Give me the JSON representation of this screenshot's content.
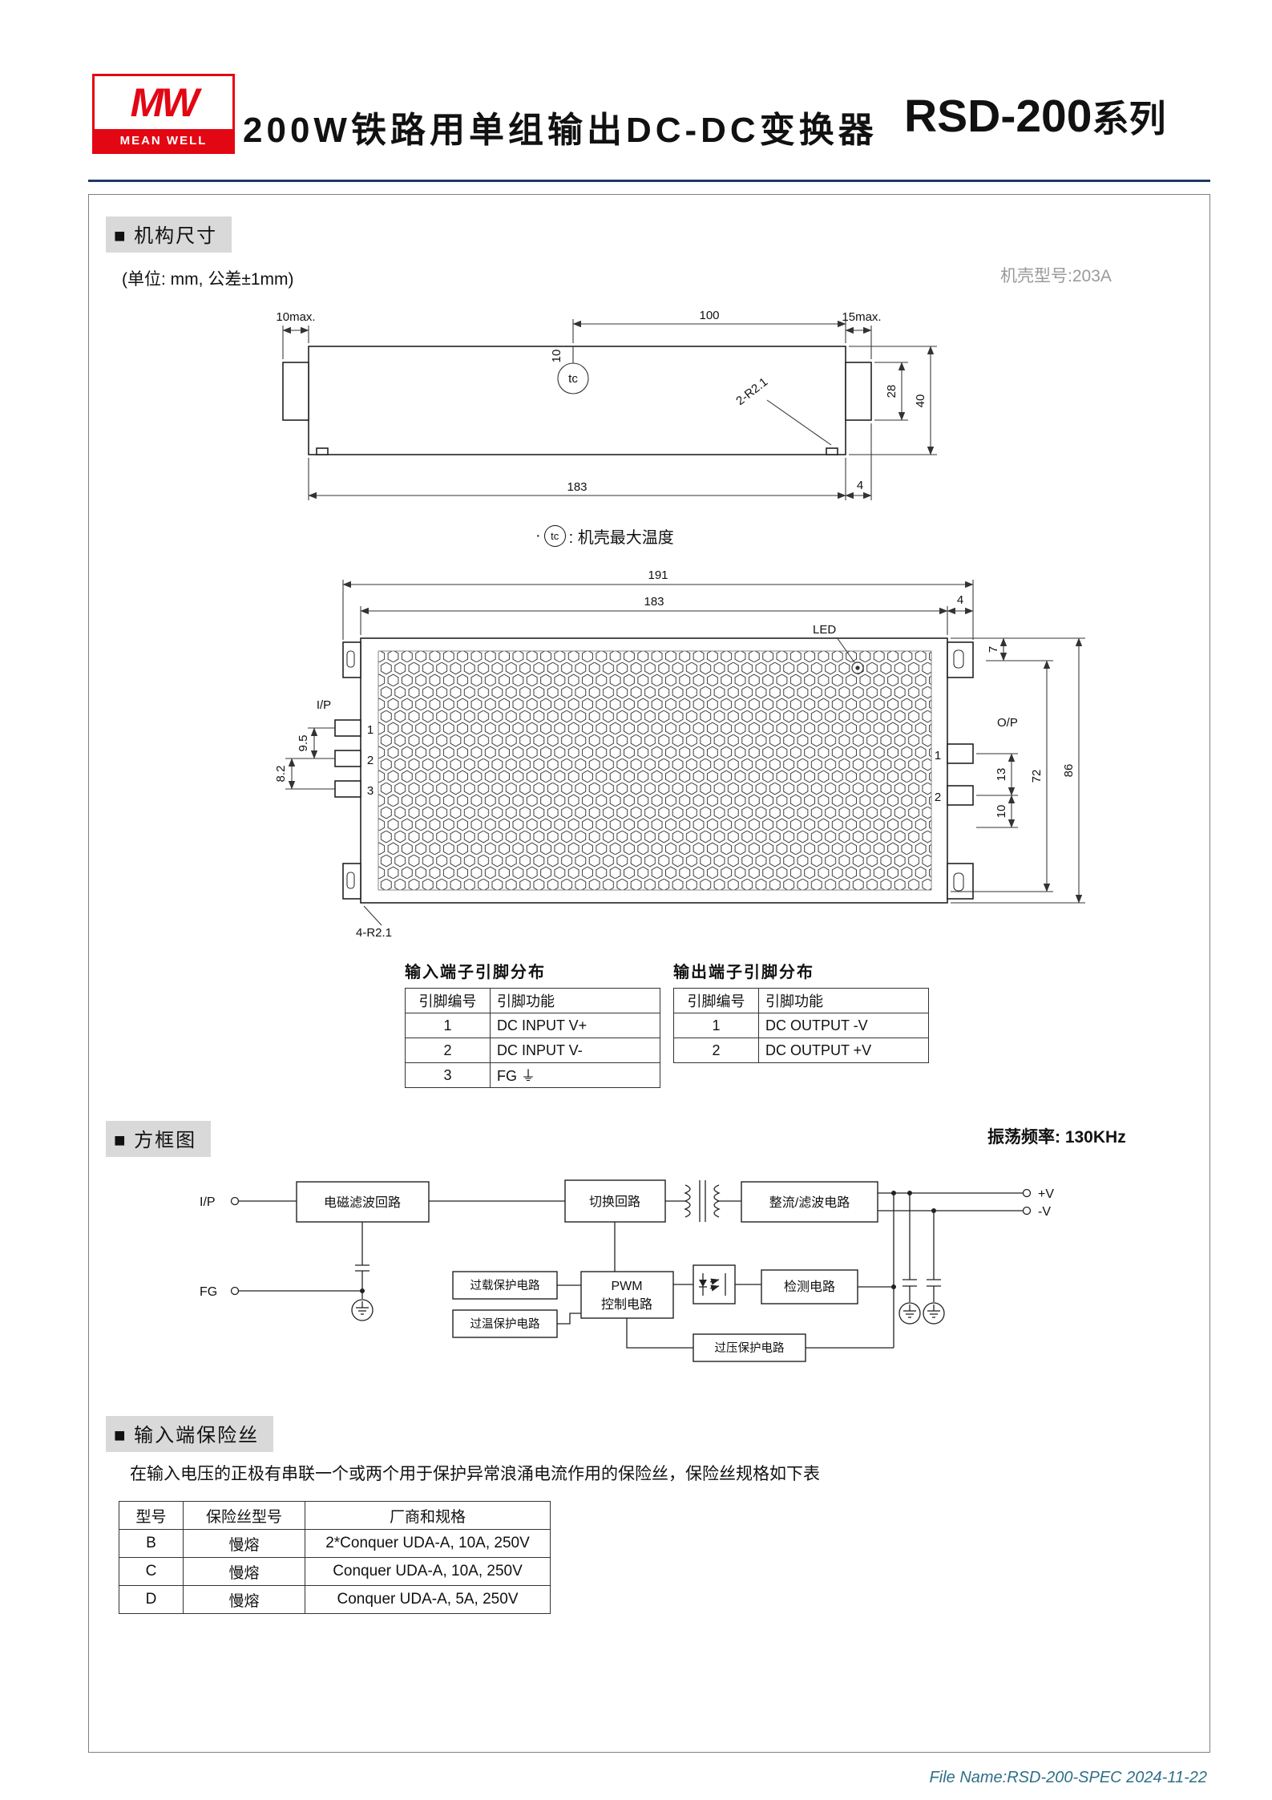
{
  "header": {
    "logo": {
      "mw": "MW",
      "meanwell": "MEAN WELL"
    },
    "title": "200W铁路用单组输出DC-DC变换器",
    "series": "RSD-200",
    "series_suffix": "系列"
  },
  "mech": {
    "title": "■ 机构尺寸",
    "unit_note": "(单位: mm, 公差±1mm)",
    "case_model": "机壳型号:203A",
    "side": {
      "d10max": "10max.",
      "d100": "100",
      "d15max": "15max.",
      "d10": "10",
      "tc": "tc",
      "r": "2-R2.1",
      "d28": "28",
      "d40": "40",
      "d183": "183",
      "d4": "4"
    },
    "tc_note": {
      "bullet": "·",
      "circle": "tc",
      "text": ": 机壳最大温度"
    },
    "top": {
      "d191": "191",
      "d183": "183",
      "d4": "4",
      "led": "LED",
      "d7": "7",
      "ip": "I/P",
      "op": "O/P",
      "p1": "1",
      "p2": "2",
      "p3": "3",
      "q1": "1",
      "q2": "2",
      "d95": "9.5",
      "d82": "8.2",
      "d13": "13",
      "d10": "10",
      "d72": "72",
      "d86": "86",
      "r": "4-R2.1"
    },
    "input_table": {
      "title": "输入端子引脚分布",
      "h1": "引脚编号",
      "h2": "引脚功能",
      "rows": [
        [
          "1",
          "DC INPUT V+"
        ],
        [
          "2",
          "DC INPUT V-"
        ],
        [
          "3",
          "FG ⏚"
        ]
      ]
    },
    "output_table": {
      "title": "输出端子引脚分布",
      "h1": "引脚编号",
      "h2": "引脚功能",
      "rows": [
        [
          "1",
          "DC OUTPUT -V"
        ],
        [
          "2",
          "DC OUTPUT +V"
        ]
      ]
    }
  },
  "block": {
    "title": "■ 方框图",
    "freq": "振荡频率: 130KHz",
    "ip": "I/P",
    "fg": "FG",
    "emi": "电磁滤波回路",
    "sw": "切换回路",
    "rect": "整流/滤波电路",
    "vp": "+V",
    "vm": "-V",
    "ovl": "过载保护电路",
    "ovt": "过温保护电路",
    "pwm1": "PWM",
    "pwm2": "控制电路",
    "det": "检测电路",
    "ovp": "过压保护电路"
  },
  "fuse": {
    "title": "■ 输入端保险丝",
    "desc": "在输入电压的正极有串联一个或两个用于保护异常浪涌电流作用的保险丝，保险丝规格如下表",
    "h1": "型号",
    "h2": "保险丝型号",
    "h3": "厂商和规格",
    "rows": [
      [
        "B",
        "慢熔",
        "2*Conquer UDA-A, 10A, 250V"
      ],
      [
        "C",
        "慢熔",
        "Conquer UDA-A, 10A, 250V"
      ],
      [
        "D",
        "慢熔",
        "Conquer UDA-A, 5A, 250V"
      ]
    ]
  },
  "footer": {
    "file_info": "File Name:RSD-200-SPEC  2024-11-22"
  }
}
